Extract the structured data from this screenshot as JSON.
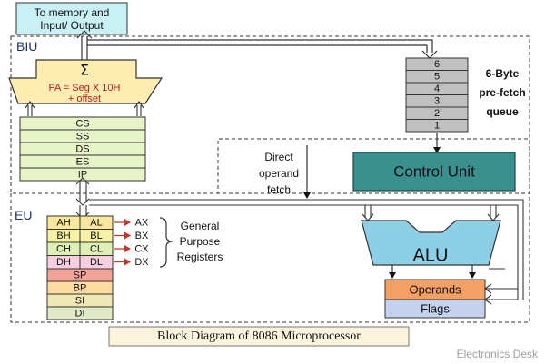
{
  "top_box": {
    "line1": "To memory and",
    "line2": "Input/ Output"
  },
  "biu": {
    "label": "BIU",
    "adder_symbol": "Σ",
    "pa_line1": "PA = Seg X 10H",
    "pa_line2": "+ offset",
    "segment_registers": [
      "CS",
      "SS",
      "DS",
      "ES",
      "IP"
    ],
    "queue_slots": [
      "6",
      "5",
      "4",
      "3",
      "2",
      "1"
    ],
    "queue_label": [
      "6-Byte",
      "pre-fetch",
      "queue"
    ]
  },
  "eu": {
    "label": "EU",
    "control_unit": "Control Unit",
    "direct_fetch": [
      "Direct",
      "operand",
      "fetch"
    ],
    "gp_pairs": [
      {
        "high": "AH",
        "low": "AL",
        "name": "AX"
      },
      {
        "high": "BH",
        "low": "BL",
        "name": "BX"
      },
      {
        "high": "CH",
        "low": "CL",
        "name": "CX"
      },
      {
        "high": "DH",
        "low": "DL",
        "name": "DX"
      }
    ],
    "gp_label": [
      "General",
      "Purpose",
      "Registers"
    ],
    "other_registers": [
      "SP",
      "BP",
      "SI",
      "DI"
    ],
    "alu": "ALU",
    "operands": "Operands",
    "flags": "Flags"
  },
  "caption": "Block Diagram of 8086 Microprocessor",
  "watermark": "Electronics Desk",
  "colors": {
    "top_box": "#c9f0f5",
    "adder": "#ffecb0",
    "pa_text": "#b22222",
    "register_green": "#e6f4c8",
    "queue_gray": "#c0c0c0",
    "control_unit": "#3a8f8f",
    "alu": "#8dd0e6",
    "operands": "#f4a064",
    "flags": "#c4d2ee",
    "caption": "#fbf3dc",
    "row_ax": "#f9e89b",
    "row_bx": "#f8f2a4",
    "row_cx": "#dff0b5",
    "row_dx": "#f7cfe2",
    "reg_sp": "#f4a39b",
    "reg_bp": "#fbdca0",
    "reg_si": "#efe8b4",
    "reg_di": "#dfeac6",
    "dash_border": "#333333",
    "arrow_red": "#c0392b"
  }
}
